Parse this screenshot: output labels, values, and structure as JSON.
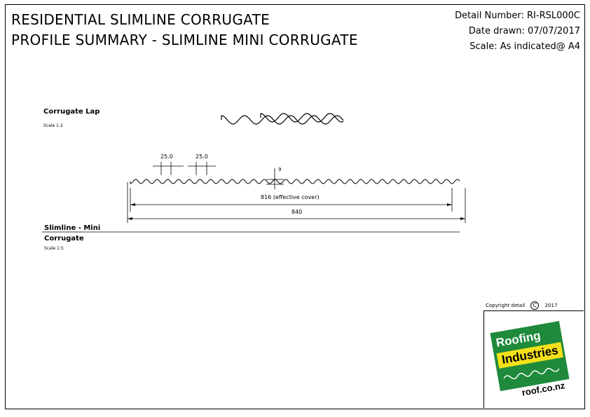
{
  "header": {
    "title_line1": "RESIDENTIAL SLIMLINE CORRUGATE",
    "title_line2": "PROFILE SUMMARY -  SLIMLINE MINI CORRUGATE",
    "detail_number": "Detail Number:  RI-RSL000C",
    "date_drawn": "Date drawn:  07/07/2017",
    "scale": "Scale:  As indicated@ A4"
  },
  "details": {
    "lap_title": "Corrugate Lap",
    "lap_scale": "Scale 1:2",
    "profile_title_1": "Slimline - Mini",
    "profile_title_2": "Corrugate",
    "profile_scale": "Scale 1:5",
    "dim_pitch_1": "25.0",
    "dim_pitch_2": "25.0",
    "dim_depth": "9",
    "dim_cover": "816 (effective cover)",
    "dim_overall": "840"
  },
  "footer": {
    "copyright_label": "Copyright detail",
    "copyright_symbol": "C",
    "copyright_year": "2017",
    "logo_word_1": "Roofing",
    "logo_word_2": "Industries",
    "logo_url": "roof.co.nz"
  },
  "colors": {
    "logo_green": "#1f8a3b",
    "logo_yellow": "#f3e01b"
  }
}
